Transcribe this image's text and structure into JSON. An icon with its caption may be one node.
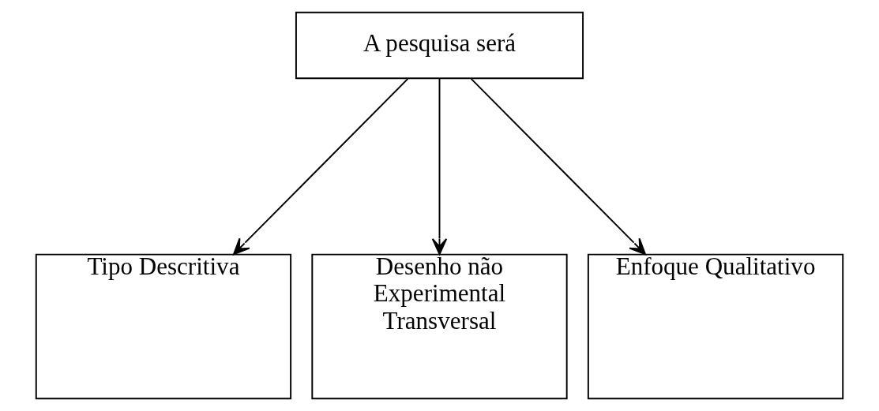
{
  "diagram": {
    "nodes": [
      {
        "text": [
          "A pesquisa será"
        ]
      },
      {
        "text": [
          "Tipo Descritiva"
        ]
      },
      {
        "text": [
          "Desenho não Experimental Transversal"
        ]
      },
      {
        "text": [
          "Enfoque Qualitativo"
        ]
      }
    ],
    "edges": [
      {
        "from": 0,
        "to": 1,
        "arrow": "to"
      },
      {
        "from": 0,
        "to": 2,
        "arrow": "to"
      },
      {
        "from": 0,
        "to": 3,
        "arrow": "to"
      }
    ]
  }
}
